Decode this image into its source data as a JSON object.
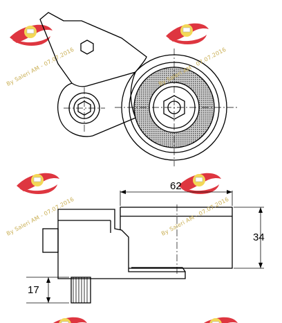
{
  "watermark": {
    "text": "By Saleri AM - 07.07.2016",
    "logo_color": "#d9141f",
    "text_color": "#c9ae52"
  },
  "dimensions": {
    "width_label": "62",
    "height_label": "34",
    "stud_label": "17"
  },
  "colors": {
    "line": "#000000",
    "bearing_fill": "#9a9a9a"
  }
}
